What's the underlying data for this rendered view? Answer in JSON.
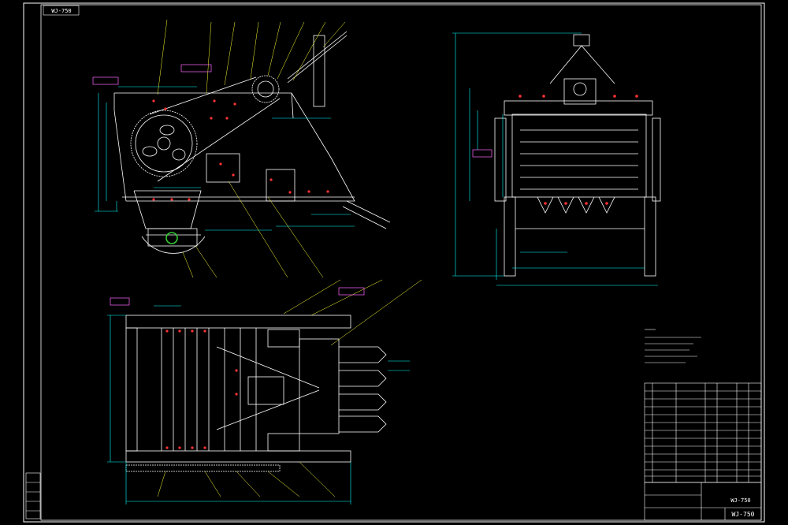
{
  "drawing": {
    "title_stamp": "WJ-750",
    "drawing_number": "WJ-750",
    "label_tag": "WJ-750"
  },
  "title_block": {
    "name": "WJ-750"
  },
  "colors": {
    "background": "#000000",
    "outline": "#ffffff",
    "dimension": "#00ffff",
    "leader": "#ffff00",
    "annotation": "#ff66ff",
    "red_mark": "#ff3333",
    "green_part": "#33cc33"
  }
}
